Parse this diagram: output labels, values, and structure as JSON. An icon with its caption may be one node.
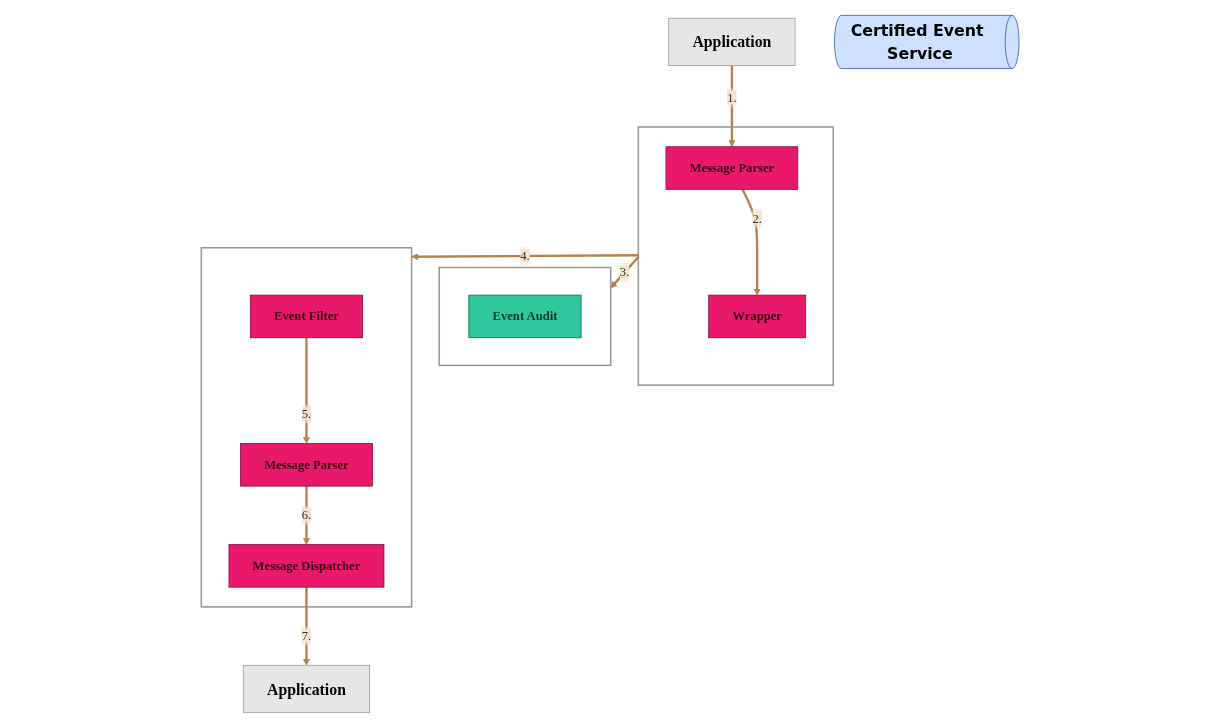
{
  "diagram": {
    "nodes": [
      {
        "text": [],
        "shape": "box"
      },
      {
        "text": [
          "Message Parser"
        ],
        "in": 0
      },
      {
        "text": [
          "Wrapper"
        ],
        "in": 0
      },
      {
        "text": [
          "Application"
        ]
      },
      {
        "text": [],
        "shape": "box"
      },
      {
        "text": [
          "Event Audit"
        ],
        "in": 4
      },
      {
        "text": [
          "Certified Event Service"
        ]
      },
      {
        "text": [],
        "shape": "box"
      },
      {
        "text": [
          "Event Filter"
        ],
        "in": 7
      },
      {
        "text": [
          "Message Parser"
        ],
        "in": 7
      },
      {
        "text": [
          "Message Dispatcher"
        ],
        "in": 7
      },
      {
        "text": [
          "Application"
        ]
      }
    ],
    "edges": [
      {
        "from": 3,
        "to": 1,
        "arrow": "to",
        "label": "1."
      },
      {
        "from": 1,
        "to": 2,
        "arrow": "to",
        "label": "2."
      },
      {
        "from": 0,
        "to": 4,
        "arrow": "to",
        "label": "3."
      },
      {
        "from": 0,
        "to": 7,
        "arrow": "to",
        "label": "4."
      },
      {
        "from": 8,
        "to": 9,
        "arrow": "to",
        "label": "5."
      },
      {
        "from": 9,
        "to": 10,
        "arrow": "to",
        "label": "6."
      },
      {
        "from": 10,
        "to": 11,
        "arrow": "to",
        "label": "7."
      }
    ]
  }
}
